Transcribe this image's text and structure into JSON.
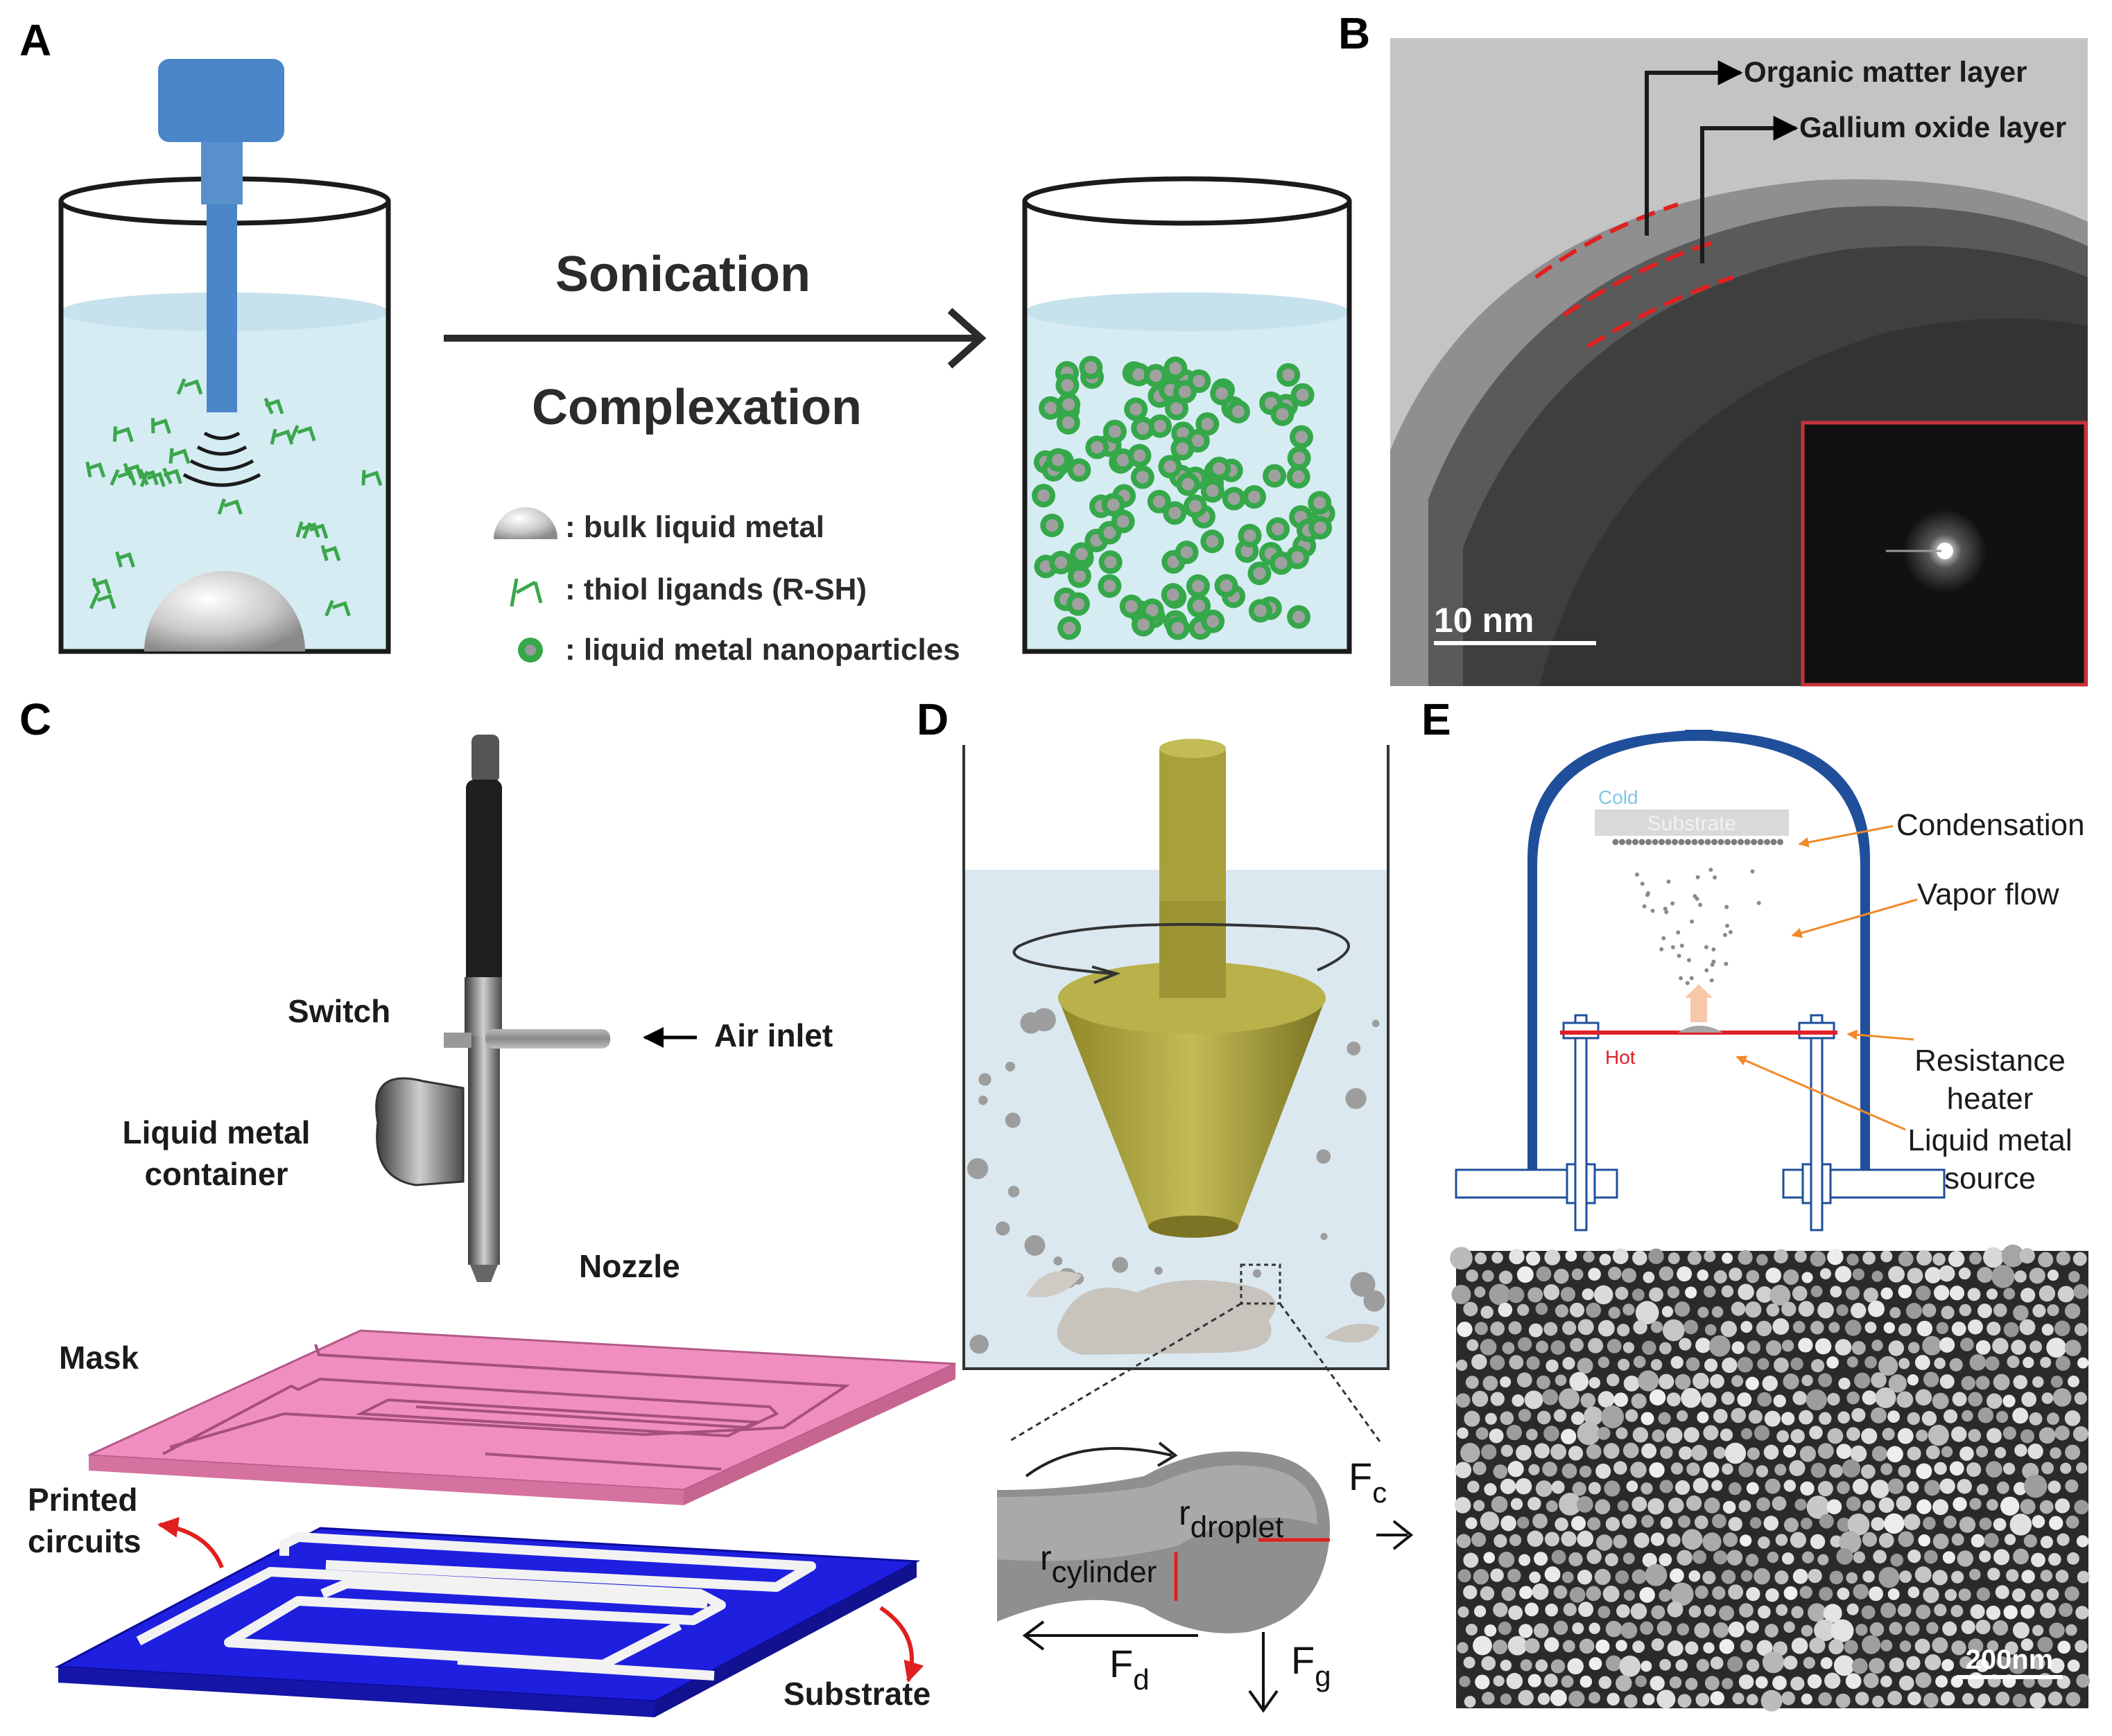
{
  "panels": {
    "A": {
      "label": "A",
      "step1": "Sonication",
      "step2": "Complexation",
      "legend": [
        {
          "text": ": bulk liquid metal",
          "icon": "metal-drop-icon"
        },
        {
          "text": ": thiol ligands (R-SH)",
          "icon": "ligand-icon"
        },
        {
          "text": ": liquid metal nanoparticles",
          "icon": "nanoparticle-icon"
        }
      ],
      "colors": {
        "probe": "#4a86c8",
        "liquid": "#d6ecf3",
        "ligand": "#3aa74b",
        "particle": "#35a84a"
      }
    },
    "B": {
      "label": "B",
      "layer1": "Organic matter layer",
      "layer2": "Gallium oxide layer",
      "scale": "10 nm"
    },
    "C": {
      "label": "C",
      "switch": "Switch",
      "air_inlet": "Air inlet",
      "container_line1": "Liquid metal",
      "container_line2": "container",
      "nozzle": "Nozzle",
      "mask": "Mask",
      "printed_line1": "Printed",
      "printed_line2": "circuits",
      "substrate": "Substrate",
      "colors": {
        "mask": "#f08fbf",
        "substrate": "#1f1fe0"
      }
    },
    "D": {
      "label": "D",
      "r_droplet": "r",
      "r_droplet_sub": "droplet",
      "r_cylinder": "r",
      "r_cylinder_sub": "cylinder",
      "fc": "F",
      "fc_sub": "c",
      "fd": "F",
      "fd_sub": "d",
      "fg": "F",
      "fg_sub": "g",
      "colors": {
        "rotor": "#a8a03a",
        "liquid": "#dbe8f0"
      }
    },
    "E": {
      "label": "E",
      "cold": "Cold",
      "substrate": "Substrate",
      "condensation": "Condensation",
      "vapor_flow": "Vapor flow",
      "hot": "Hot",
      "heater_line1": "Resistance",
      "heater_line2": "heater",
      "source_line1": "Liquid metal",
      "source_line2": "source",
      "scale": "200nm",
      "colors": {
        "chamber": "#1f4f9a",
        "heater": "#e0202a",
        "annot": "#f08a2a"
      }
    }
  }
}
